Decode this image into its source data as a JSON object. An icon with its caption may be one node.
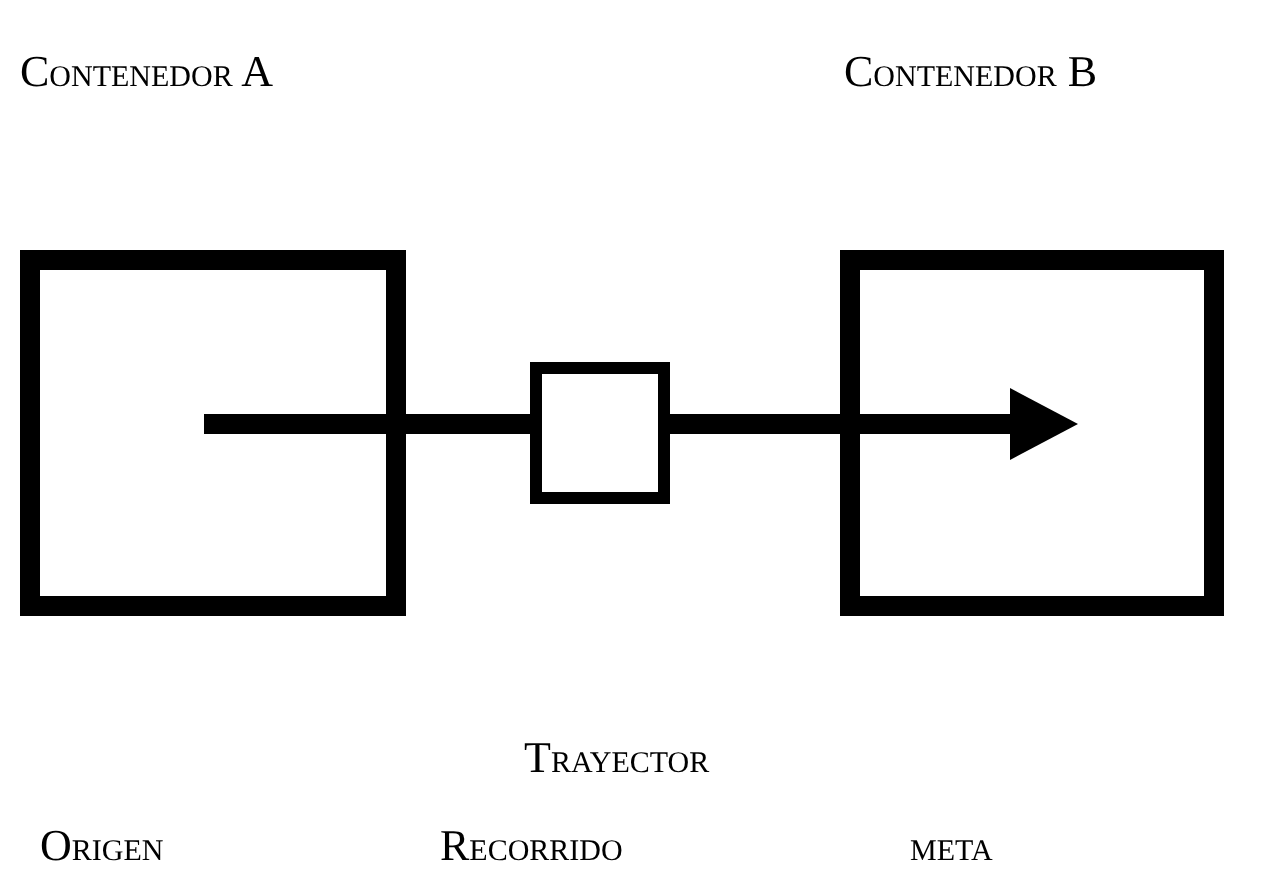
{
  "diagram": {
    "nodes": [
      {
        "text": [
          "Contenedor A"
        ]
      },
      {
        "text": [
          "Contenedor B"
        ]
      },
      {
        "text": [],
        "shape": "box"
      }
    ],
    "edges": [
      {
        "from": 0,
        "to": 2,
        "arrow": "none"
      },
      {
        "from": 2,
        "to": 1,
        "arrow": "to"
      }
    ],
    "labels": [
      "Trayector",
      "Origen",
      "Recorrido",
      "meta"
    ]
  }
}
